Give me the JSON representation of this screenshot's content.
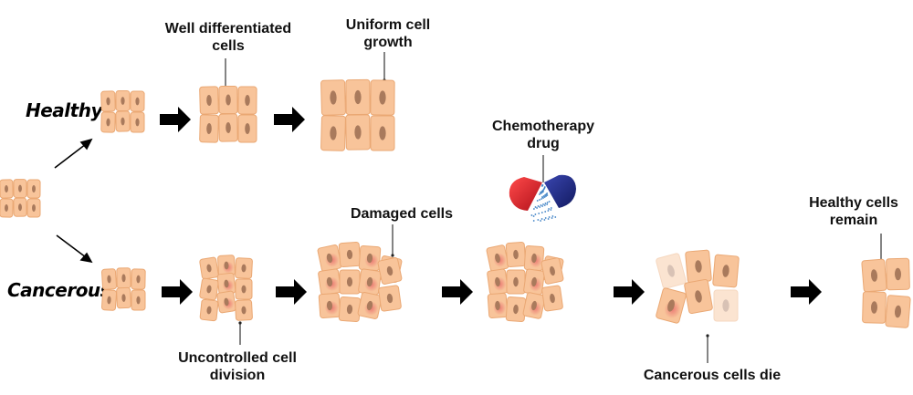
{
  "diagram": {
    "rows": {
      "healthy": "Healthy",
      "cancerous": "Cancerous"
    },
    "labels": {
      "well_differentiated": [
        "Well differentiated",
        "cells"
      ],
      "uniform_growth": [
        "Uniform cell",
        "growth"
      ],
      "chemotherapy_drug": [
        "Chemotherapy",
        "drug"
      ],
      "damaged_cells": [
        "Damaged cells"
      ],
      "healthy_remain": [
        "Healthy cells",
        "remain"
      ],
      "uncontrolled_division": [
        "Uncontrolled cell",
        "division"
      ],
      "cancerous_die": [
        "Cancerous cells die"
      ]
    },
    "colors": {
      "cell_fill": "#f8c49a",
      "cell_edge": "#eaa874",
      "nucleus": "#a97a5c",
      "damage": "#e86a6a",
      "pill_red": "#e0202a",
      "pill_blue": "#1f2a8a",
      "powder": "#3a7fc4",
      "arrow": "#000000"
    }
  }
}
